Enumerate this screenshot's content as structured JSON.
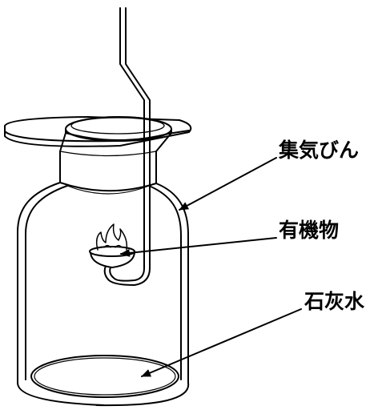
{
  "labels": {
    "jar": "集気びん",
    "organic_matter": "有機物",
    "limewater": "石灰水"
  },
  "colors": {
    "stroke": "#000000",
    "background": "#ffffff"
  }
}
